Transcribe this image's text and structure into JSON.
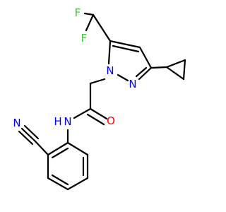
{
  "colors": {
    "bond": "#000000",
    "F": "#33cc33",
    "N": "#0000ff",
    "O": "#ff0000",
    "background": "#ffffff"
  },
  "atoms": [
    {
      "id": "F1",
      "label": "F",
      "element": "F"
    },
    {
      "id": "F2",
      "label": "F",
      "element": "F"
    },
    {
      "id": "N_pyr1",
      "label": "N",
      "element": "N"
    },
    {
      "id": "N_pyr2",
      "label": "N",
      "element": "N"
    },
    {
      "id": "N_cyano",
      "label": "N",
      "element": "N"
    },
    {
      "id": "N_amide",
      "label": "N",
      "element": "N"
    },
    {
      "id": "H_amide",
      "label": "H",
      "element": "N"
    },
    {
      "id": "O_amide",
      "label": "O",
      "element": "O"
    }
  ]
}
